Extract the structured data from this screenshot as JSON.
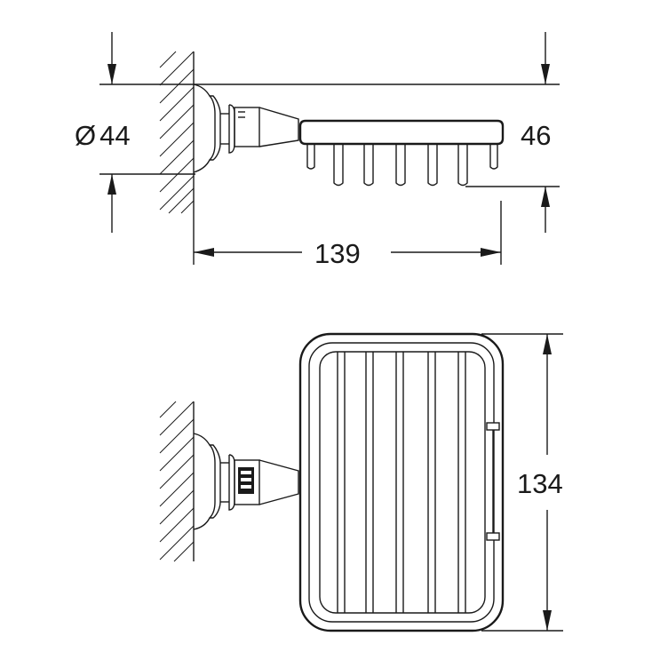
{
  "dimensions": {
    "diameter_symbol": "Ø",
    "diameter_value": "44",
    "height": "46",
    "length": "139",
    "width": "134"
  },
  "colors": {
    "line": "#1a1a1a",
    "background": "#ffffff"
  },
  "views": [
    "side-view",
    "top-view"
  ]
}
